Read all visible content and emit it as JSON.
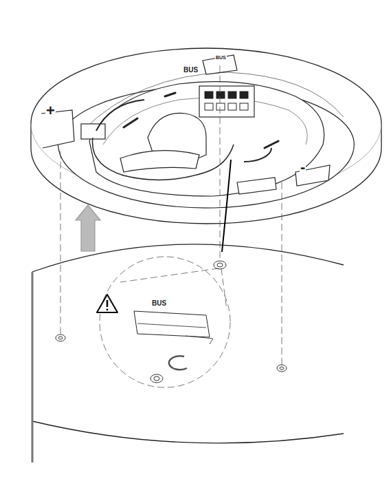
{
  "diagram": {
    "labels": [
      "BUS",
      "BUS",
      "+",
      "-",
      "BUS"
    ]
  }
}
